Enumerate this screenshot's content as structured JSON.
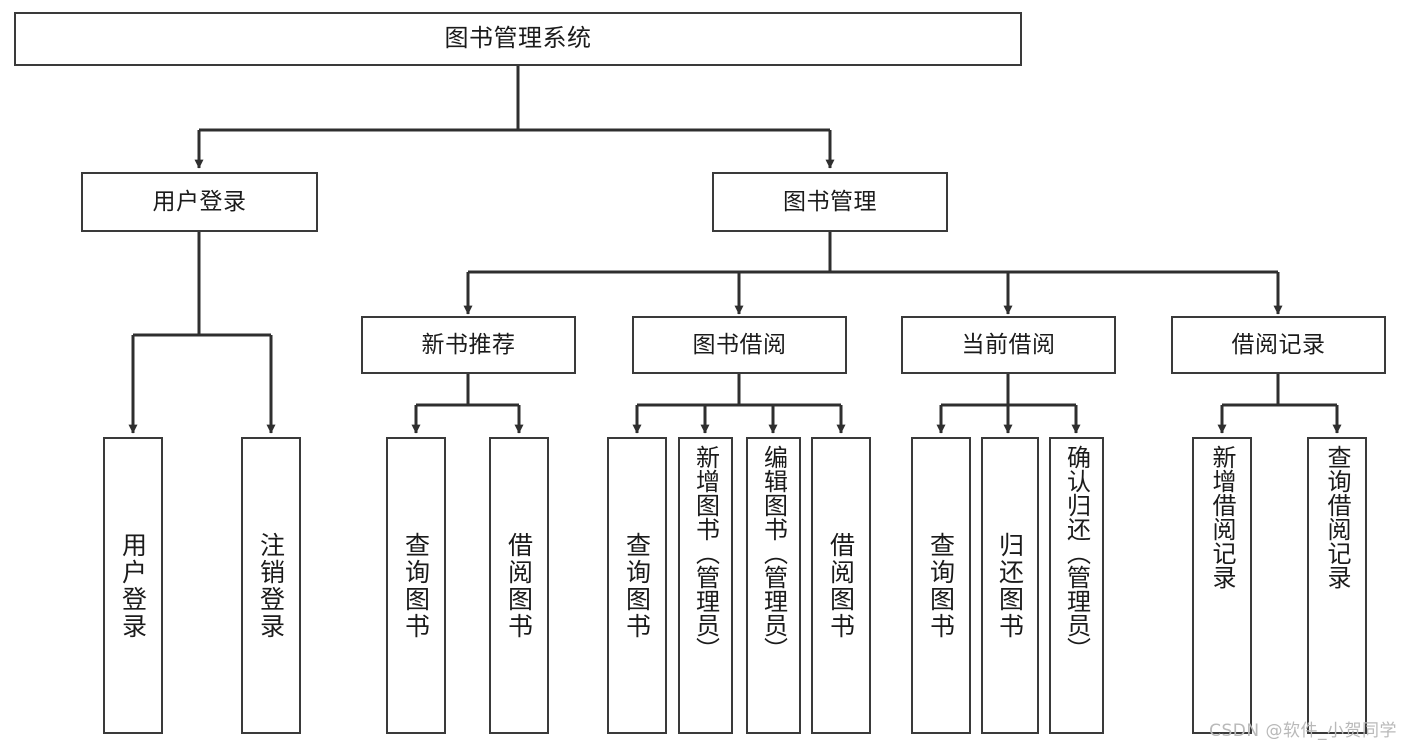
{
  "diagram": {
    "title": "图书管理系统",
    "watermark": "CSDN @软件_小贺同学",
    "colors": {
      "box_border": "#3a3a3a",
      "edge": "#2f2f2f",
      "background": "#ffffff",
      "text": "#1b1b1b",
      "watermark": "#b9b9b9"
    },
    "root": {
      "label": "图书管理系统"
    },
    "level1": [
      {
        "id": "user-login",
        "label": "用户登录"
      },
      {
        "id": "book-manage",
        "label": "图书管理"
      }
    ],
    "level2": [
      {
        "id": "new-book-recommend",
        "label": "新书推荐",
        "parent": "book-manage"
      },
      {
        "id": "book-borrow",
        "label": "图书借阅",
        "parent": "book-manage"
      },
      {
        "id": "current-borrow",
        "label": "当前借阅",
        "parent": "book-manage"
      },
      {
        "id": "borrow-record",
        "label": "借阅记录",
        "parent": "book-manage"
      }
    ],
    "leaves": {
      "user_login": [
        {
          "id": "leaf-user-login",
          "label": "用户登录"
        },
        {
          "id": "leaf-user-logout",
          "label": "注销登录"
        }
      ],
      "new_book_recommend": [
        {
          "id": "leaf-query-book-1",
          "label": "查询图书"
        },
        {
          "id": "leaf-borrow-book-1",
          "label": "借阅图书"
        }
      ],
      "book_borrow": [
        {
          "id": "leaf-query-book-2",
          "label": "查询图书"
        },
        {
          "id": "leaf-add-book",
          "label": "新增图书（管理员）"
        },
        {
          "id": "leaf-edit-book",
          "label": "编辑图书（管理员）"
        },
        {
          "id": "leaf-borrow-book-2",
          "label": "借阅图书"
        }
      ],
      "current_borrow": [
        {
          "id": "leaf-query-book-3",
          "label": "查询图书"
        },
        {
          "id": "leaf-return-book",
          "label": "归还图书"
        },
        {
          "id": "leaf-confirm-return",
          "label": "确认归还（管理员）"
        }
      ],
      "borrow_record": [
        {
          "id": "leaf-add-record",
          "label": "新增借阅记录"
        },
        {
          "id": "leaf-query-record",
          "label": "查询借阅记录"
        }
      ]
    }
  }
}
